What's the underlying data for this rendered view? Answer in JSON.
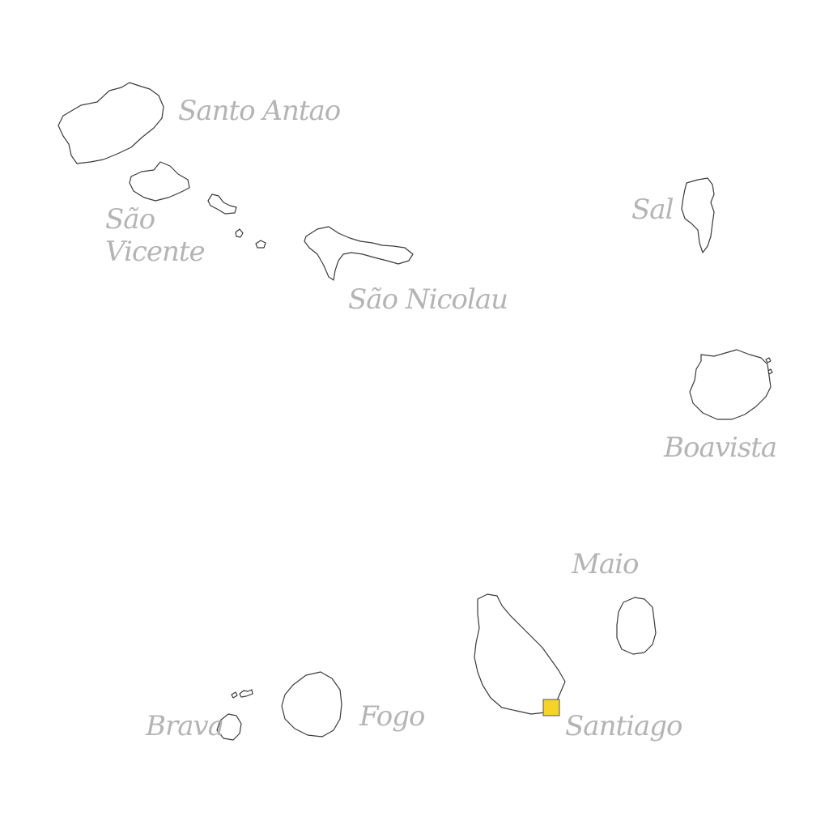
{
  "map": {
    "islands": [
      {
        "id": "santo-antao",
        "label": "Santo Antao"
      },
      {
        "id": "sao-vicente",
        "label_line1": "São",
        "label_line2": "Vicente"
      },
      {
        "id": "sao-nicolau",
        "label": "São Nicolau"
      },
      {
        "id": "sal",
        "label": "Sal"
      },
      {
        "id": "boavista",
        "label": "Boavista"
      },
      {
        "id": "maio",
        "label": "Maio"
      },
      {
        "id": "santiago",
        "label": "Santiago"
      },
      {
        "id": "fogo",
        "label": "Fogo"
      },
      {
        "id": "brava",
        "label": "Brava"
      }
    ],
    "marker": {
      "near": "Santiago",
      "color": "#f5d327"
    },
    "colors": {
      "outline": "#3a3a3a",
      "label": "#b4b4b4",
      "background": "#ffffff"
    }
  }
}
